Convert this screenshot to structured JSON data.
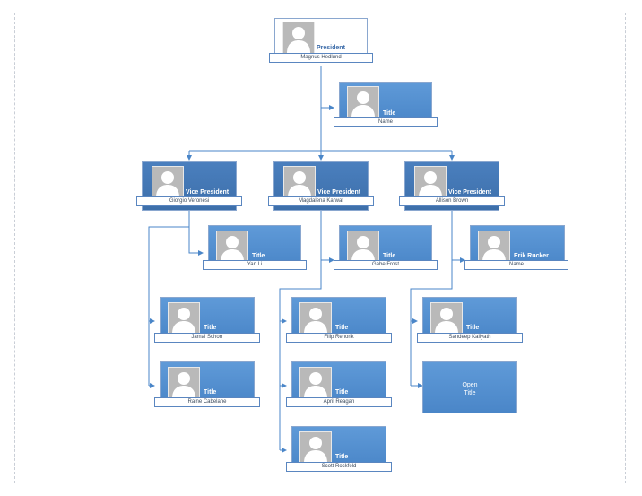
{
  "org_chart": {
    "president": {
      "title": "President",
      "name": "Magnus Hedlund"
    },
    "assistant": {
      "title": "Title",
      "name": "Name"
    },
    "vps": [
      {
        "title": "Vice President",
        "name": "Giorgio Veronesi"
      },
      {
        "title": "Vice President",
        "name": "Magdalena Karwat"
      },
      {
        "title": "Vice President",
        "name": "Allison Brown"
      }
    ],
    "level2": [
      {
        "title": "Title",
        "name": "Yan Li"
      },
      {
        "title": "Title",
        "name": "Gabe Frost"
      },
      {
        "title": "Erik Rucker",
        "name": "Name"
      }
    ],
    "col1": [
      {
        "title": "Title",
        "name": "Jamal Schorr"
      },
      {
        "title": "Title",
        "name": "Raine Cabelane"
      }
    ],
    "col2": [
      {
        "title": "Title",
        "name": "Filip Rehorik"
      },
      {
        "title": "Title",
        "name": "April Reagan"
      },
      {
        "title": "Title",
        "name": "Scott Rockfeld"
      }
    ],
    "col3": [
      {
        "title": "Title",
        "name": "Sandeep Kaliyath"
      }
    ],
    "open_position": {
      "line1": "Open",
      "line2": "Title"
    }
  },
  "colors": {
    "card": "#4a86c8",
    "vp_card": "#3d6faa",
    "connector": "#4a86c8",
    "namebar_border": "#5a86c0"
  },
  "icons": {
    "photo": "person-silhouette-icon",
    "arrow": "arrowhead-icon"
  }
}
